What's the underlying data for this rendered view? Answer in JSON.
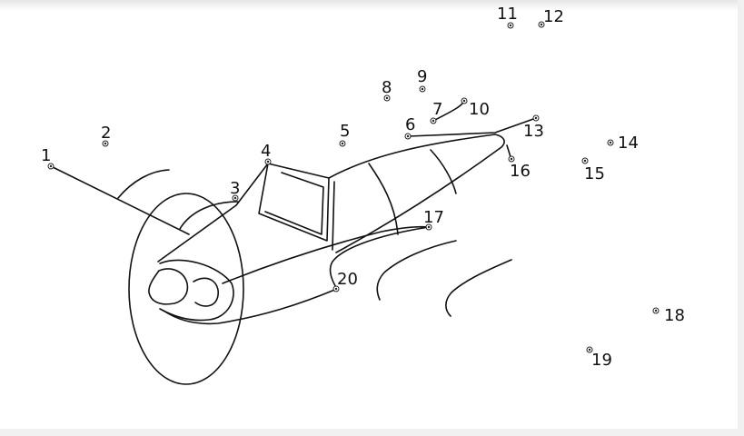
{
  "colors": {
    "background": "#ffffff",
    "page_shadow": "#ececec",
    "ink": "#111111"
  },
  "puzzle": {
    "points": [
      {
        "label": "1"
      },
      {
        "label": "2"
      },
      {
        "label": "3"
      },
      {
        "label": "4"
      },
      {
        "label": "5"
      },
      {
        "label": "6"
      },
      {
        "label": "7"
      },
      {
        "label": "8"
      },
      {
        "label": "9"
      },
      {
        "label": "10"
      },
      {
        "label": "11"
      },
      {
        "label": "12"
      },
      {
        "label": "13"
      },
      {
        "label": "14"
      },
      {
        "label": "15"
      },
      {
        "label": "16"
      },
      {
        "label": "17"
      },
      {
        "label": "18"
      },
      {
        "label": "19"
      },
      {
        "label": "20"
      }
    ]
  }
}
